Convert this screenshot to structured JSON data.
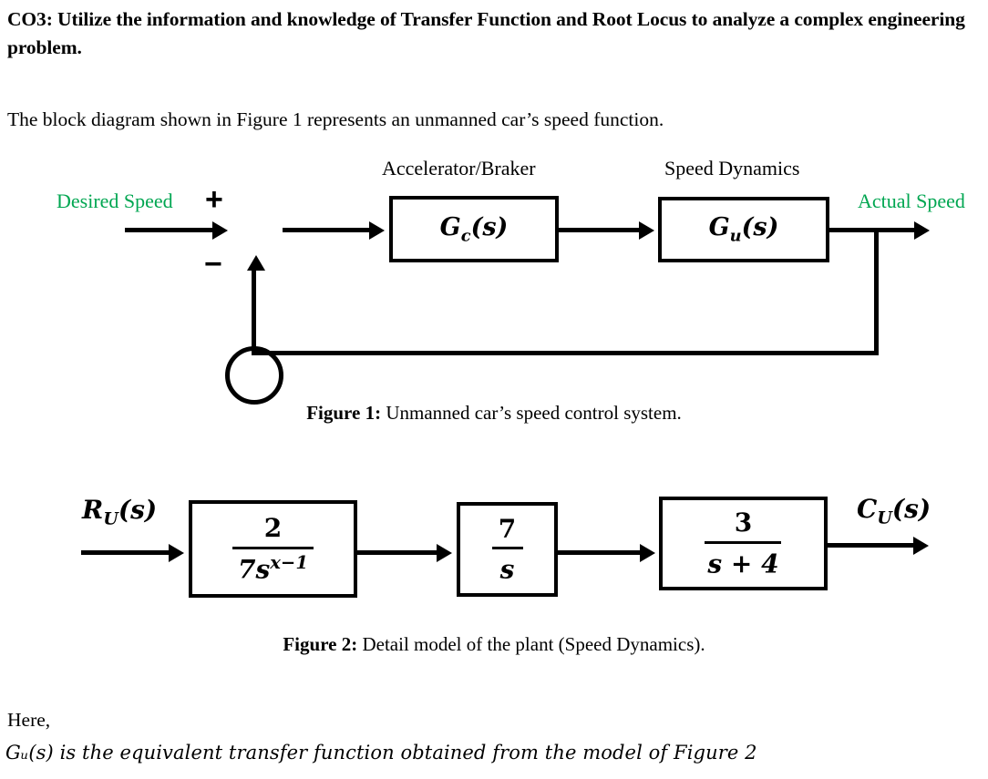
{
  "document": {
    "co_heading": "CO3: Utilize the information and knowledge of Transfer Function and Root Locus to analyze a complex engineering problem.",
    "intro_line": "The block diagram shown in Figure 1 represents an unmanned car’s speed function.",
    "here_label": "Here,",
    "gu_note": "Gᵤ(s) is the equivalent transfer function obtained from the model of Figure 2"
  },
  "figure1": {
    "caption_bold": "Figure 1:",
    "caption_text": " Unmanned car’s speed control system.",
    "input_label": "Desired Speed",
    "output_label": "Actual Speed",
    "plus_sign": "+",
    "minus_sign": "−",
    "blocks": [
      {
        "title": "Accelerator/Braker",
        "symbol": "G",
        "subscript": "c",
        "arg": "(s)"
      },
      {
        "title": "Speed Dynamics",
        "symbol": "G",
        "subscript": "u",
        "arg": "(s)"
      }
    ],
    "colors": {
      "label_green": "#00a651",
      "line_black": "#000000"
    }
  },
  "figure2": {
    "caption_bold": "Figure 2:",
    "caption_text": " Detail model of the plant (Speed Dynamics).",
    "input_signal": {
      "symbol": "R",
      "subscript": "U",
      "arg": "(s)"
    },
    "output_signal": {
      "symbol": "C",
      "subscript": "U",
      "arg": "(s)"
    },
    "blocks": [
      {
        "numerator": "2",
        "denominator_base": "7s",
        "denominator_exponent": "x−1"
      },
      {
        "numerator": "7",
        "denominator_base": "s",
        "denominator_exponent": ""
      },
      {
        "numerator": "3",
        "denominator_base": "s + 4",
        "denominator_exponent": ""
      }
    ]
  }
}
